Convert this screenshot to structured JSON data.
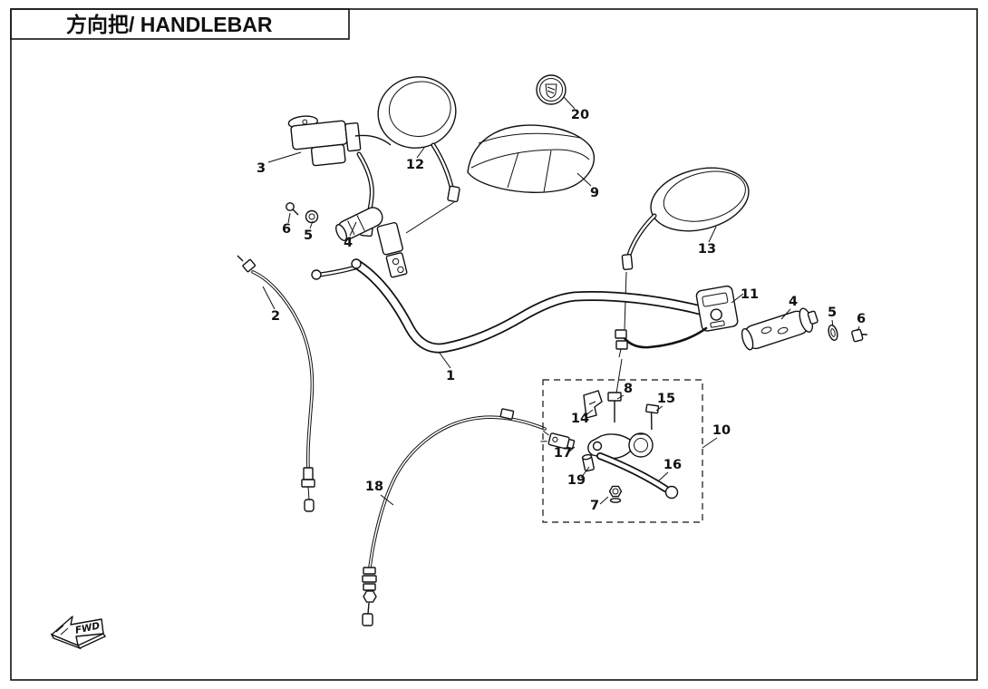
{
  "title": "方向把/ HANDLEBAR",
  "fwd_label": "FWD",
  "callouts": [
    "1",
    "2",
    "3",
    "4",
    "5",
    "6",
    "7",
    "8",
    "9",
    "10",
    "11",
    "12",
    "13",
    "14",
    "15",
    "16",
    "17",
    "18",
    "19",
    "20"
  ],
  "callouts_right": {
    "grip": "4",
    "washer": "5",
    "bolt": "6"
  },
  "colors": {
    "line": "#111111",
    "background": "#ffffff"
  }
}
